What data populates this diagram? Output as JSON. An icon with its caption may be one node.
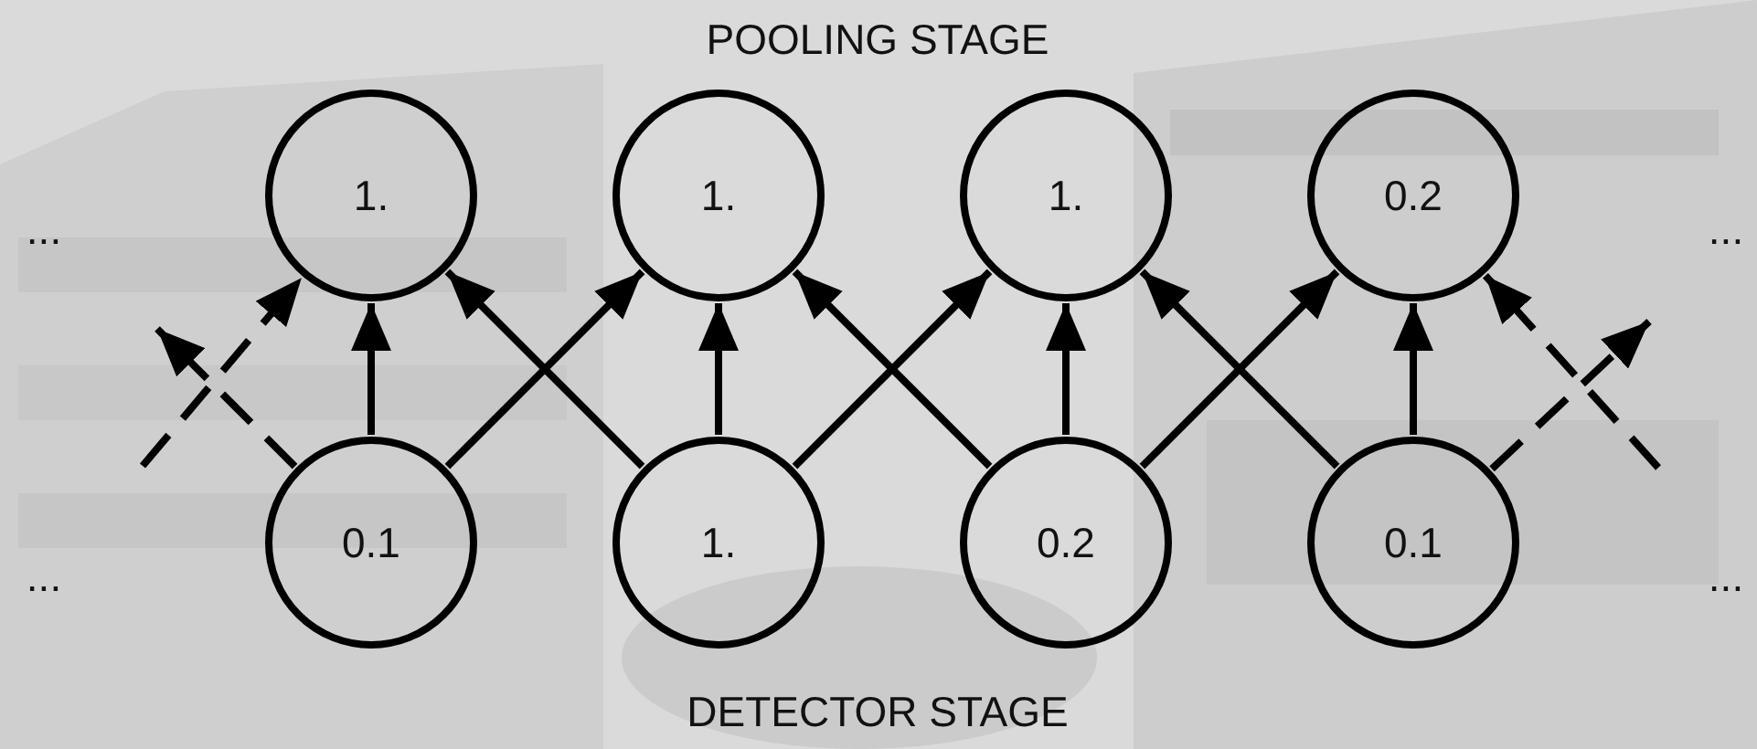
{
  "diagram": {
    "nodes": [
      {
        "text": [
          "1."
        ]
      },
      {
        "text": [
          "1."
        ]
      },
      {
        "text": [
          "1."
        ]
      },
      {
        "text": [
          "0.2"
        ]
      },
      {
        "text": [
          "0.1"
        ]
      },
      {
        "text": [
          "1."
        ]
      },
      {
        "text": [
          "0.2"
        ]
      },
      {
        "text": [
          "0.1"
        ]
      }
    ],
    "edges": [
      {
        "from": 4,
        "to": 0,
        "arrow": "to"
      },
      {
        "from": 4,
        "to": 1,
        "arrow": "to"
      },
      {
        "from": 5,
        "to": 0,
        "arrow": "to"
      },
      {
        "from": 5,
        "to": 1,
        "arrow": "to"
      },
      {
        "from": 5,
        "to": 2,
        "arrow": "to"
      },
      {
        "from": 6,
        "to": 1,
        "arrow": "to"
      },
      {
        "from": 6,
        "to": 2,
        "arrow": "to"
      },
      {
        "from": 6,
        "to": 3,
        "arrow": "to"
      },
      {
        "from": 7,
        "to": 2,
        "arrow": "to"
      },
      {
        "from": 7,
        "to": 3,
        "arrow": "to"
      },
      {
        "from": null,
        "to": 0,
        "arrow": "to",
        "style": "dashed"
      },
      {
        "from": 4,
        "to": null,
        "arrow": "to",
        "style": "dashed"
      },
      {
        "from": 7,
        "to": null,
        "arrow": "to",
        "style": "dashed"
      },
      {
        "from": null,
        "to": 3,
        "arrow": "to",
        "style": "dashed"
      }
    ],
    "labels": [
      "POOLING STAGE",
      "...",
      "...",
      "...",
      "...",
      "DETECTOR STAGE"
    ]
  }
}
